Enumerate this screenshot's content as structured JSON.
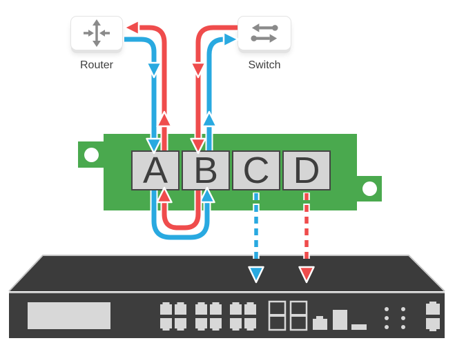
{
  "devices": {
    "router": {
      "label": "Router",
      "icon": "router-crossroads-icon"
    },
    "switch": {
      "label": "Switch",
      "icon": "switch-bidirectional-arrows-icon"
    }
  },
  "tap": {
    "ports": [
      "A",
      "B",
      "C",
      "D"
    ]
  },
  "flows": {
    "blue_direction": "router-to-switch-through-ports-A-B",
    "red_direction": "switch-to-router-through-ports-B-A",
    "monitor_blue": "port-C-to-appliance-dashed",
    "monitor_red": "port-D-to-appliance-dashed"
  },
  "colors": {
    "flow_blue": "#29a9e0",
    "flow_red": "#ef4c4c",
    "tap_green": "#4aa94e",
    "port_fill": "#d5d5d5",
    "port_border": "#454545",
    "appliance_body": "#3d3d3d",
    "appliance_detail": "#d8d8d8",
    "icon_gray": "#8a8a8a",
    "label_text": "#3e3e3e"
  }
}
